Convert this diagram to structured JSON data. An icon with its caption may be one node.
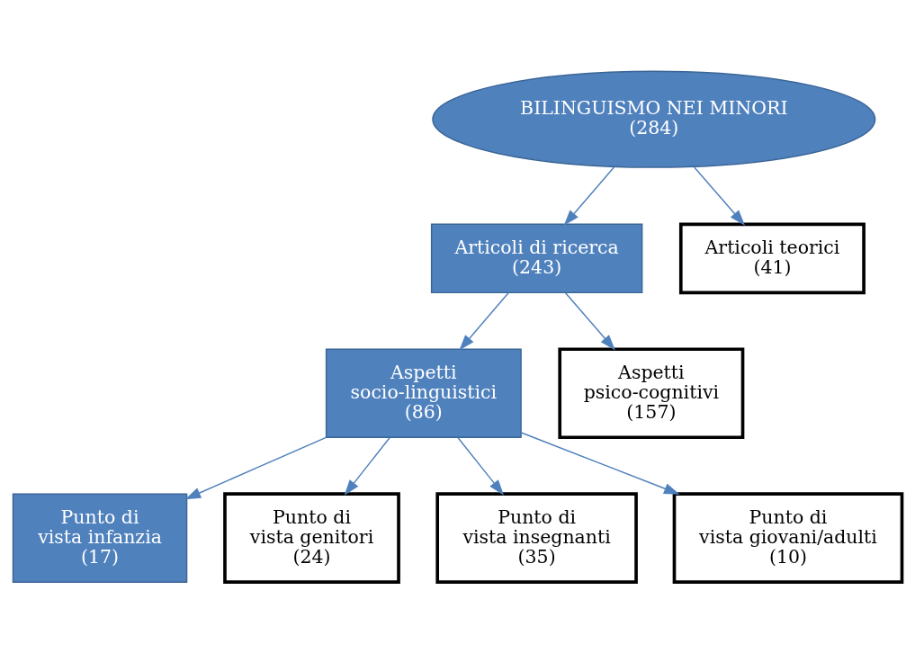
{
  "diagram": {
    "nodes": [
      {
        "text": [
          "BILINGUISMO NEI MINORI",
          "(284)"
        ]
      },
      {
        "text": [
          "Articoli di ricerca",
          "(243)"
        ]
      },
      {
        "text": [
          "Articoli teorici",
          "(41)"
        ]
      },
      {
        "text": [
          "Aspetti socio-linguistici",
          "(86)"
        ]
      },
      {
        "text": [
          "Aspetti psico-cognitivi",
          "(157)"
        ]
      },
      {
        "text": [
          "Punto di vista infanzia",
          "(17)"
        ]
      },
      {
        "text": [
          "Punto di vista genitori",
          "(24)"
        ]
      },
      {
        "text": [
          "Punto di vista insegnanti",
          "(35)"
        ]
      },
      {
        "text": [
          "Punto di vista giovani/adulti",
          "(10)"
        ]
      }
    ],
    "edges": [
      {
        "from": 0,
        "to": 1,
        "arrow": "to"
      },
      {
        "from": 0,
        "to": 2,
        "arrow": "to"
      },
      {
        "from": 1,
        "to": 3,
        "arrow": "to"
      },
      {
        "from": 1,
        "to": 4,
        "arrow": "to"
      },
      {
        "from": 3,
        "to": 5,
        "arrow": "to"
      },
      {
        "from": 3,
        "to": 6,
        "arrow": "to"
      },
      {
        "from": 3,
        "to": 7,
        "arrow": "to"
      },
      {
        "from": 3,
        "to": 8,
        "arrow": "to"
      }
    ]
  }
}
